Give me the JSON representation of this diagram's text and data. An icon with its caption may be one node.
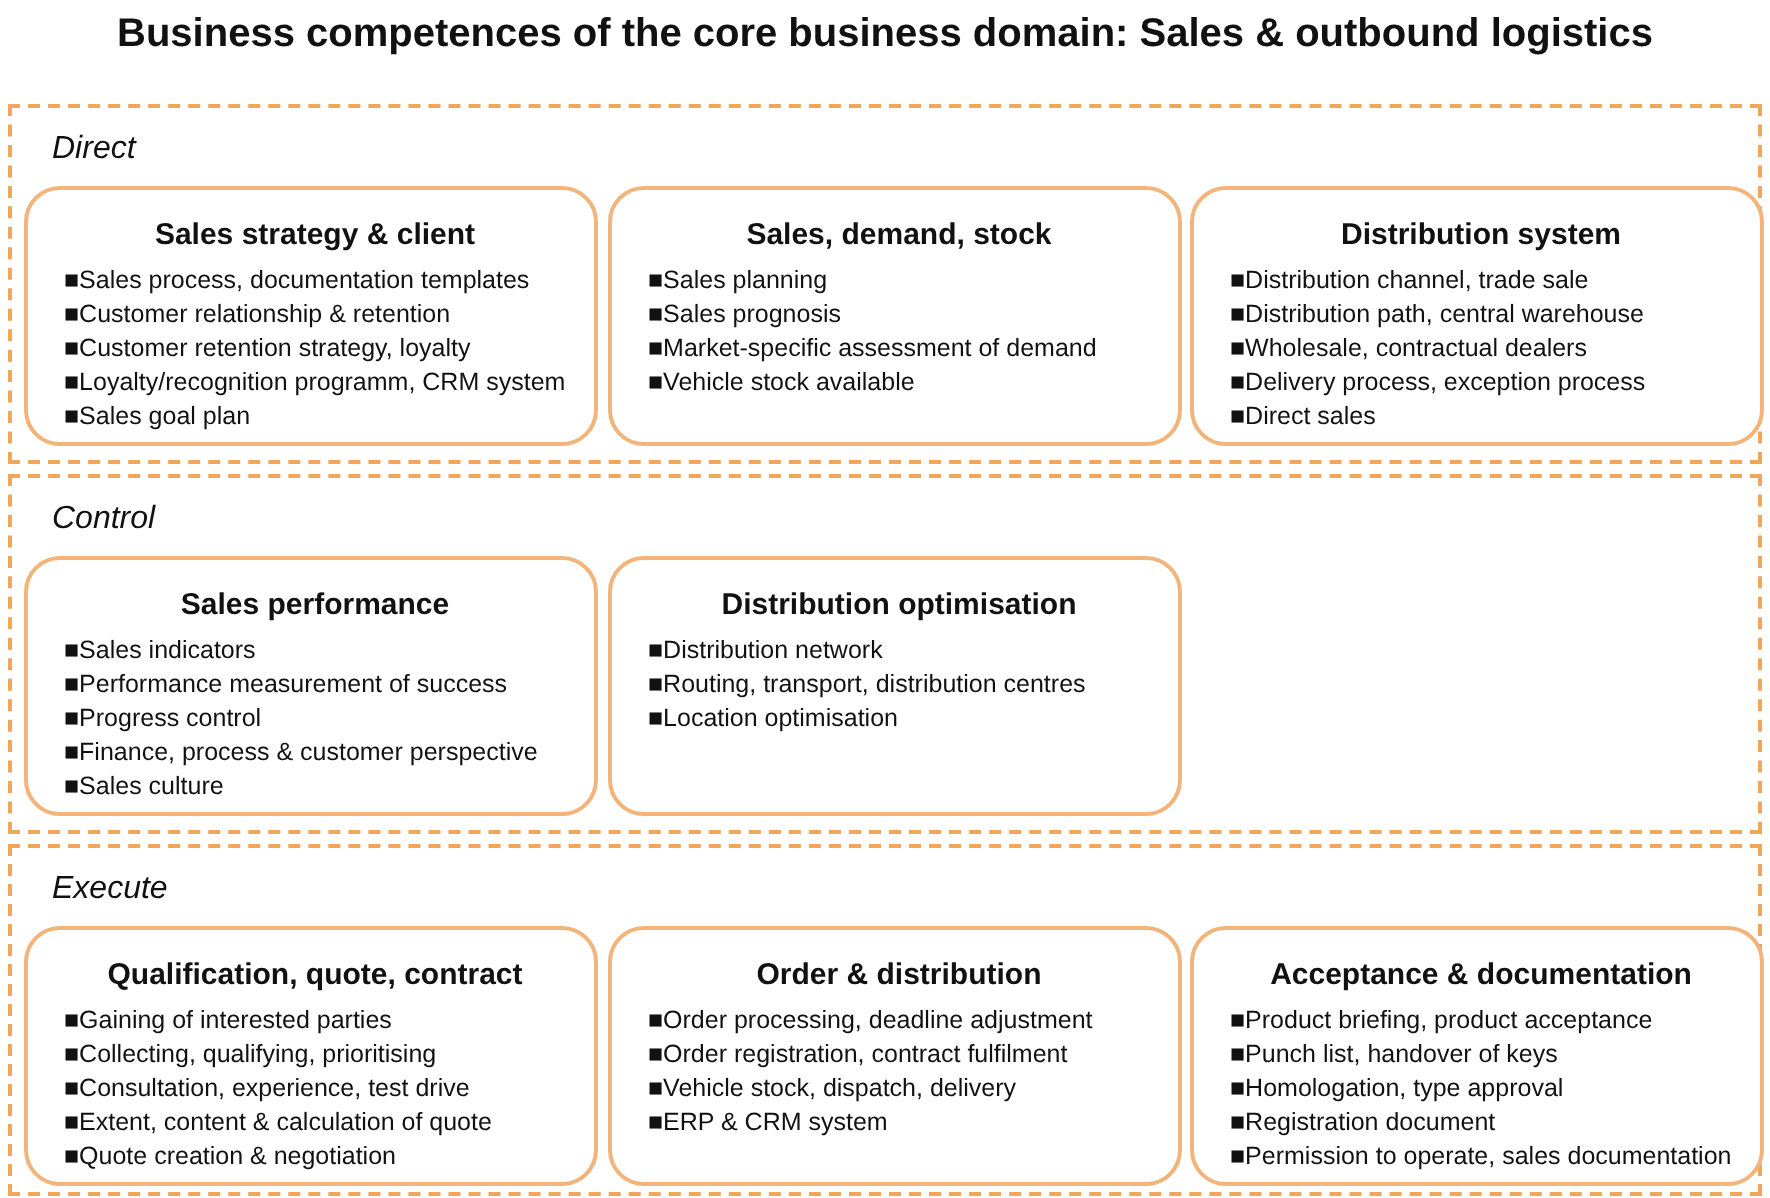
{
  "diagram": {
    "title": "Business competences of the core business domain: Sales & outbound logistics",
    "nodes": [
      {
        "text": [
          "Direct"
        ]
      },
      {
        "text": [
          "Sales strategy & client",
          "■Sales process, documentation templates",
          "■Customer relationship & retention",
          "■Customer retention strategy, loyalty",
          "■Loyalty/recognition programm, CRM system",
          "■Sales goal plan"
        ],
        "in": 0
      },
      {
        "text": [
          "Sales, demand, stock",
          "■Sales planning",
          "■Sales prognosis",
          "■Market-specific assessment of demand",
          "■Vehicle stock available"
        ],
        "in": 0
      },
      {
        "text": [
          "Distribution system",
          "■Distribution channel, trade sale",
          "■Distribution path, central warehouse",
          "■Wholesale, contractual dealers",
          "■Delivery process, exception process",
          "■Direct sales"
        ],
        "in": 0
      },
      {
        "text": [
          "Control"
        ]
      },
      {
        "text": [
          "Sales performance",
          "■Sales indicators",
          "■Performance measurement of success",
          "■Progress control",
          "■Finance, process & customer perspective",
          "■Sales culture"
        ],
        "in": 4
      },
      {
        "text": [
          "Distribution optimisation",
          "■Distribution network",
          "■Routing, transport, distribution centres",
          "■Location optimisation"
        ],
        "in": 4
      },
      {
        "text": [
          "Execute"
        ]
      },
      {
        "text": [
          "Qualification, quote, contract",
          "■Gaining of interested parties",
          "■Collecting, qualifying, prioritising",
          "■Consultation, experience, test drive",
          "■Extent, content & calculation of quote",
          "■Quote creation & negotiation"
        ],
        "in": 7
      },
      {
        "text": [
          "Order & distribution",
          "■Order processing, deadline adjustment",
          "■Order registration, contract fulfilment",
          "■Vehicle stock, dispatch, delivery",
          "■ERP & CRM system"
        ],
        "in": 7
      },
      {
        "text": [
          "Acceptance & documentation",
          "■Product briefing, product acceptance",
          "■Punch list, handover of keys",
          "■Homologation, type approval",
          "■Registration document",
          "■Permission to operate, sales documentation"
        ],
        "in": 7
      }
    ]
  }
}
